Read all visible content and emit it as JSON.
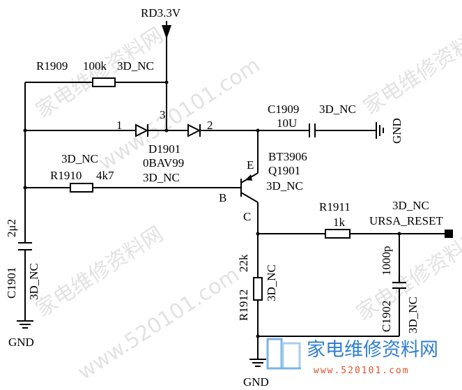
{
  "labels": {
    "rail": "RD3.3V",
    "r1909": "R1909",
    "r1909_val": "100k",
    "r1909_opt": "3D_NC",
    "pin3": "3",
    "pin1": "1",
    "pin2": "2",
    "d1901": "D1901",
    "d1901_part": "0BAV99",
    "d1901_opt": "3D_NC",
    "c1909": "C1909",
    "c1909_val": "10U",
    "c1909_opt": "3D_NC",
    "gnd_right": "GND",
    "r1910_opt": "3D_NC",
    "r1910": "R1910",
    "r1910_val": "4k7",
    "q_part": "BT3906",
    "q1901": "Q1901",
    "q_opt": "3D_NC",
    "pin_e": "E",
    "pin_b": "B",
    "pin_c": "C",
    "r1911": "R1911",
    "r1911_val": "1k",
    "reset_opt": "3D_NC",
    "reset_net": "URSA_RESET",
    "c1901": "C1901",
    "c1901_val": "2μ2",
    "c1901_opt": "3D_NC",
    "gnd_left": "GND",
    "r1912": "R1912",
    "r1912_val": "22k",
    "r1912_opt": "3D_NC",
    "c1902": "C1902",
    "c1902_val": "1000p",
    "c1902_opt": "3D_NC",
    "gnd_bottom": "GND"
  },
  "watermark": {
    "site_cn": "家电维修资料网",
    "site_url": "www.520101.com",
    "logo_cn": "家电维修资料网",
    "logo_url": "www.520101.com"
  }
}
